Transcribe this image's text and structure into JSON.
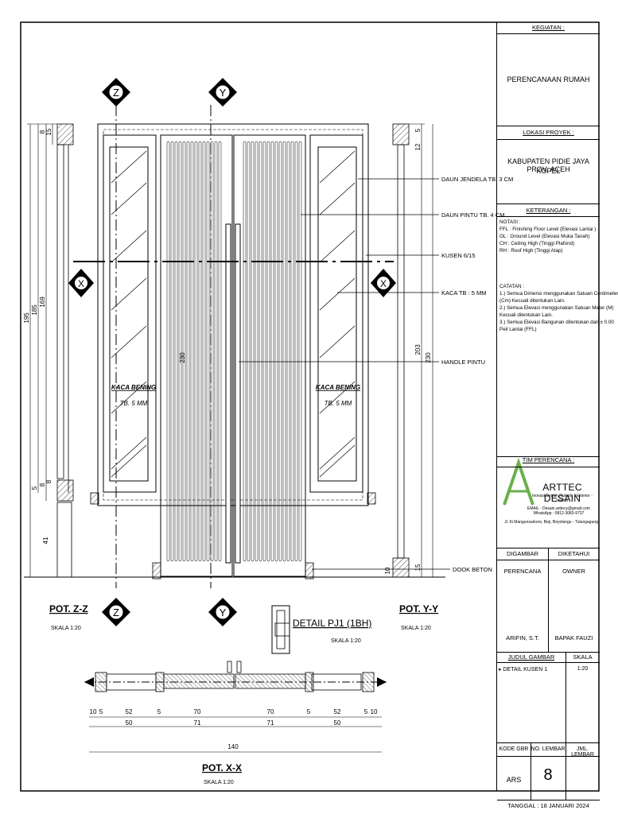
{
  "drawing": {
    "section_labels": {
      "zz": "POT. Z-Z",
      "yy": "POT. Y-Y",
      "xx": "POT. X-X",
      "detail": "DETAIL PJ1 (1BH)"
    },
    "scale_label": "SKALA 1:20",
    "markers": [
      "Z",
      "Y",
      "X"
    ],
    "callouts": [
      "DAUN JENDELA TB. 3 CM",
      "DAUN PINTU TB. 4 CM",
      "KUSEN 6/15",
      "KACA TB : 5 MM",
      "HANDLE PINTU",
      "DOOK BETON"
    ],
    "glass_label": "KACA BENING",
    "glass_thick": "TB. 5 MM",
    "dims_left": [
      "195",
      "185",
      "169",
      "8",
      "15",
      "8",
      "5",
      "8",
      "41"
    ],
    "dims_right": [
      "5",
      "12",
      "203",
      "230",
      "10",
      "15"
    ],
    "dim_center": "230",
    "dims_bottom_row1": [
      "10",
      "5",
      "52",
      "5",
      "70",
      "70",
      "5",
      "52",
      "5",
      "10"
    ],
    "dims_bottom_row2": [
      "50",
      "71",
      "71",
      "50"
    ],
    "dim_total": "140"
  },
  "titleblock": {
    "kegiatan_head": "KEGIATAN :",
    "kegiatan": "PERENCANAAN RUMAH KOPEL",
    "lokasi_head": "LOKASI PROYEK :",
    "lokasi_line1": "KABUPATEN PIDIE JAYA",
    "lokasi_line2": "PROV. ACEH",
    "keterangan_head": "KETERANGAN :",
    "notasi_head": "NOTASI :",
    "notasi": [
      "FFL  :  Finishing Floor Level (Elevasi Lantai )",
      "GL   :  Ground Level (Elevasi Muka Tanah)",
      "CH   :  Ceiling High (Tinggi Plafond)",
      "RH   :  Roof High (Tinggi Atap)"
    ],
    "catatan_head": "CATATAN :",
    "catatan": [
      "1.)  Semua Dimensi menggunakan Satuan Centimeter",
      "      (Cm) Kecuali ditentukan Lain.",
      "2.)  Semua Elevasi menggunakan Satuan Meter (M)",
      "      Kecuali ditentukan Lain.",
      "3.)  Semua Elevasi Bangunan ditentukan dari ± 0.00",
      "      Peil Lantai (FFL)"
    ],
    "tim_head": "TIM PERENCANA :",
    "logo_name": "ARTTEC DESAIN",
    "logo_sub": "Inovasi Desain Rumah, Eksterior - Interior",
    "logo_email": "EMAIL       : Desain.arttecy@gmail.com",
    "logo_wa": "WhatsApp  : 0812-3083-9737",
    "logo_addr": "Jl. Ki Mangunsarkoro, Beji, Boyolangu - Tulungagung",
    "digambar_head": "DIGAMBAR",
    "diketahui_head": "DIKETAHUI",
    "perencana": "PERENCANA",
    "owner": "OWNER",
    "arifin": "ARIFIN, S.T.",
    "bapak": "BAPAK FAUZI",
    "judul_head": "JUDUL GAMBAR",
    "skala_head": "SKALA",
    "judul": "DETAIL KUSEN 1",
    "skala": "1:20",
    "kode_head": "KODE GBR",
    "lembar_head": "NO. LEMBAR",
    "jml_head": "JML. LEMBAR",
    "kode": "ARS",
    "lembar": "8",
    "tanggal": "TANGGAL : 18 JANUARI 2024"
  }
}
